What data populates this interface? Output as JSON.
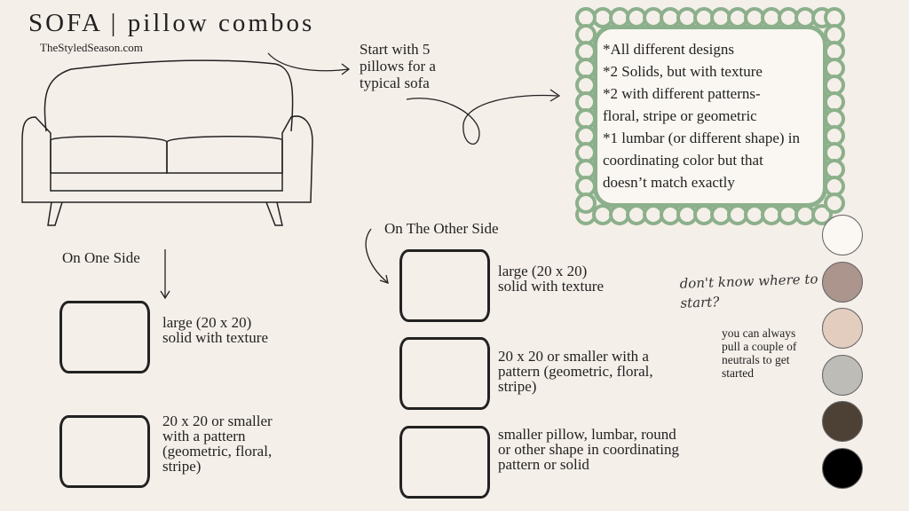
{
  "header": {
    "title": "SOFA | pillow combos",
    "site": "TheStyledSeason.com"
  },
  "intro": "Start with 5 pillows for a typical sofa",
  "rules": [
    "*All different designs",
    "*2 Solids, but with texture",
    "*2 with different patterns-",
    "floral, stripe or geometric",
    "*1 lumbar (or different shape) in",
    "coordinating color but that",
    "doesn’t match exactly"
  ],
  "one_side": {
    "heading": "On One Side",
    "items": [
      "large (20 x 20) solid with texture",
      "20 x 20 or smaller with a pattern (geometric, floral, stripe)"
    ]
  },
  "other_side": {
    "heading": "On The Other Side",
    "items": [
      "large (20 x 20) solid with texture",
      "20 x 20 or smaller with a pattern (geometric, floral, stripe)",
      "smaller pillow, lumbar, round or other shape in coordinating pattern or solid"
    ]
  },
  "tip": {
    "script": "don't know where to start?",
    "text": "you can always pull a couple of neutrals to get started"
  },
  "swatches": [
    "#fbf8f4",
    "#ab958d",
    "#e3cdbf",
    "#bdbcb7",
    "#4d4035",
    "#000000"
  ],
  "colors": {
    "border": "#8cb08b",
    "background": "#f5efe9"
  }
}
